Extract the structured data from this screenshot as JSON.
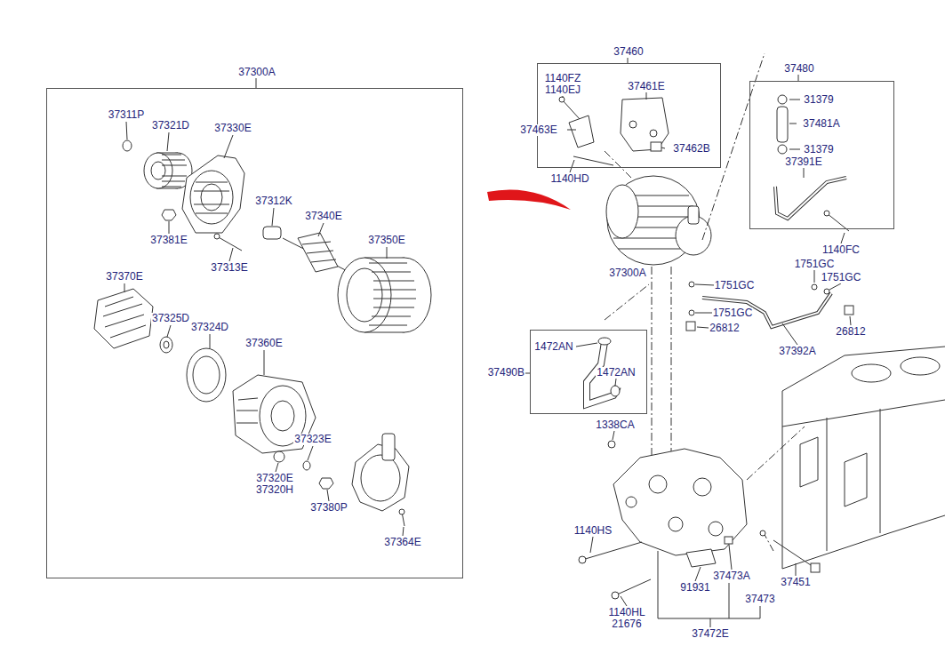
{
  "diagram": {
    "nodes": [
      {
        "text": [
          "37300A"
        ]
      },
      {
        "text": [
          "37460"
        ]
      },
      {
        "text": [
          "37480"
        ]
      },
      {
        "text": [
          "37490B"
        ]
      }
    ],
    "labels": [
      "37311P",
      "37321D",
      "37330E",
      "37381E",
      "37313E",
      "37312K",
      "37340E",
      "37350E",
      "37370E",
      "37325D",
      "37324D",
      "37360E",
      "37323E",
      "37320E",
      "37320H",
      "37380P",
      "37364E",
      "1140FZ",
      "1140EJ",
      "37461E",
      "37463E",
      "37462B",
      "1140HD",
      "31379",
      "37481A",
      "31379",
      "37391E",
      "1140FC",
      "37300A",
      "1751GC",
      "1751GC",
      "1751GC",
      "1751GC",
      "26812",
      "26812",
      "37392A",
      "1472AN",
      "1472AN",
      "1338CA",
      "1140HS",
      "37473A",
      "91931",
      "37473",
      "37451",
      "1140HL",
      "21676",
      "37472E"
    ]
  }
}
